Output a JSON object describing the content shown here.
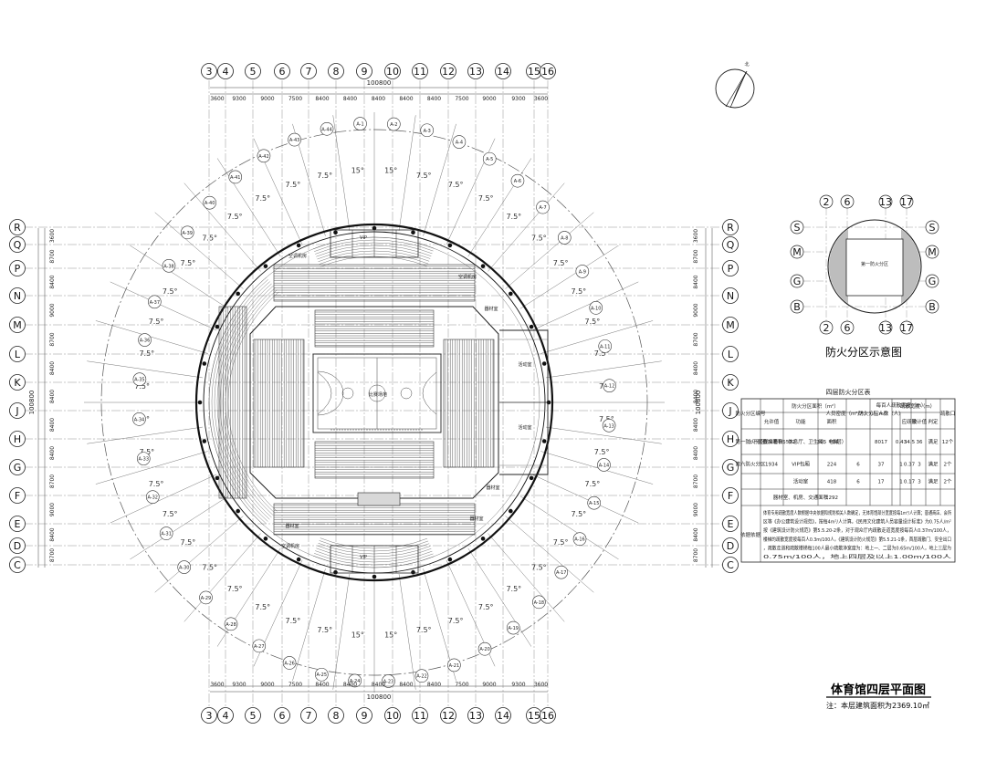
{
  "plan": {
    "title": "体育馆四层平面图",
    "note": "注：本层建筑面积为2369.10㎡",
    "court_label": "比赛场地",
    "north_label": "北",
    "overall_dimension": "100800",
    "side_dimension": "100800",
    "column_axes": [
      "3",
      "4",
      "5",
      "6",
      "7",
      "8",
      "9",
      "10",
      "11",
      "12",
      "13",
      "14",
      "15",
      "16"
    ],
    "column_spacings": [
      "3600",
      "9300",
      "9000",
      "7500",
      "8400",
      "8400",
      "8400",
      "8400",
      "8400",
      "7500",
      "9000",
      "9300",
      "3600"
    ],
    "row_axes": [
      "R",
      "Q",
      "P",
      "N",
      "M",
      "L",
      "K",
      "J",
      "H",
      "G",
      "F",
      "E",
      "D",
      "C"
    ],
    "row_spacings": [
      "3600",
      "8700",
      "8400",
      "9000",
      "8700",
      "8400",
      "8400",
      "8400",
      "8400",
      "8700",
      "9000",
      "8400",
      "8700",
      "3600"
    ],
    "radial_angle": "7.5°",
    "top_angle": "15°",
    "room_labels": [
      "空调机房",
      "空调机房",
      "器材室",
      "器材室",
      "活动室",
      "活动室",
      "VIP",
      "空调机房",
      "器材室",
      "器材室",
      "VIP"
    ],
    "radial_tags": [
      "A-1",
      "A-2",
      "A-3",
      "A-4",
      "A-5",
      "A-6",
      "A-7",
      "A-8",
      "A-9",
      "A-10",
      "A-11",
      "A-12",
      "A-13",
      "A-14",
      "A-15",
      "A-16",
      "A-17",
      "A-18",
      "A-19",
      "A-20",
      "A-21",
      "A-22",
      "A-23",
      "A-24",
      "A-25",
      "A-26",
      "A-27",
      "A-28",
      "A-29",
      "A-30",
      "A-31",
      "A-32",
      "A-33",
      "A-34",
      "A-35",
      "A-36",
      "A-37",
      "A-38",
      "A-39",
      "A-40",
      "A-41",
      "A-42",
      "A-43",
      "A-44"
    ]
  },
  "fire_zone_diagram": {
    "title": "防火分区示意图",
    "top_axes": [
      "2",
      "6",
      "13",
      "17"
    ],
    "bottom_axes": [
      "2",
      "6",
      "13",
      "17"
    ],
    "left_axes": [
      "S",
      "M",
      "G",
      "B"
    ],
    "right_axes": [
      "S",
      "M",
      "G",
      "B"
    ],
    "zone_label": "第一防火分区"
  },
  "fire_table": {
    "title": "四层防火分区表",
    "headers": {
      "zone_no": "防火分区编号",
      "area_group": "防火分区面积（m²）",
      "allowed": "允许值",
      "function": "功能",
      "area": "面积",
      "density": "人员密度（m²/人）（人/m²）",
      "people": "防火分区人数（人）",
      "per100": "每百人疏散宽度（m）",
      "width_group": "疏散宽度（m）",
      "required": "应疏散",
      "design": "设计值",
      "judge": "判定",
      "exits": "疏散口"
    },
    "rows": [
      {
        "zone": "第一防火分区",
        "allowed": "上下层叠加面积5532",
        "function": "观众看台、休息厅、卫生间、电梯",
        "area": "395（本层）",
        "density": "",
        "people": "8017",
        "per100": "0.43",
        "required": "34.5",
        "design": "36",
        "judge": "满足",
        "exits": "12个"
      },
      {
        "zone": "第六防火分区",
        "allowed": "1934",
        "function": "VIP包厢",
        "area": "224",
        "density": "6",
        "people": "37",
        "per100": "1",
        "required": "0.37",
        "design": "3",
        "judge": "满足",
        "exits": "2个"
      },
      {
        "zone": "",
        "allowed": "",
        "function": "活动室",
        "area": "418",
        "density": "6",
        "people": "17",
        "per100": "1",
        "required": "0.17",
        "design": "3",
        "judge": "满足",
        "exits": "2个"
      },
      {
        "zone": "",
        "allowed": "",
        "function": "器材室、机房、交通面积",
        "area": "1292",
        "density": "",
        "people": "",
        "per100": "",
        "required": "",
        "design": "",
        "judge": "",
        "exits": ""
      }
    ],
    "basis_label": "依据依据",
    "basis_lines": [
      "体育专用疏散宽度人数根据中央依据和规划相关人数确定，无体育馆部分宽度按每1m²/人计算；普通商店、会所",
      "区等《办公建筑设计规范》，按每4m²/人计算。《民用文化建筑人员容量设计标准》为0.75人/m²",
      "按《建筑设计防火规范》第5.5.20-2条，对于观众厅内疏散走道宽度按每百人0.37m/100人，",
      "楼梯的疏散宽度按每百人0.3m/100人。《建筑设计防火规范》第5.5.21-1条，首层疏散门、安全出口",
      "，疏散走道和疏散楼梯每100人最小疏散净宽度为：地上一、二层为0.65m/100人，地上三层为",
      "0.75m/100人，地上四层及以上1.00m/100人"
    ]
  }
}
